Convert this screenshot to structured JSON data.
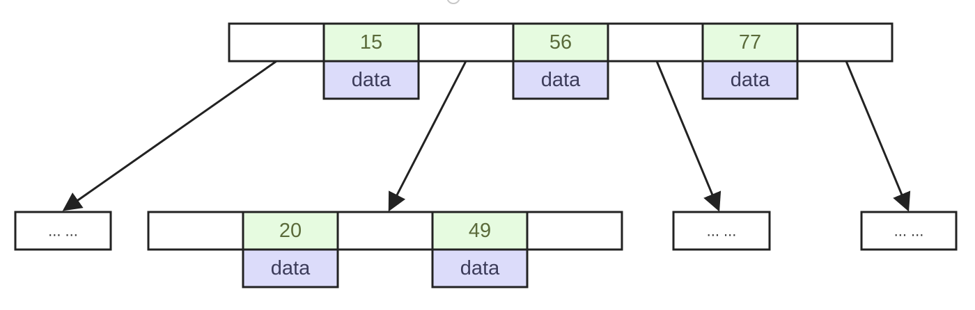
{
  "root": {
    "keys": [
      "15",
      "56",
      "77"
    ],
    "data": [
      "data",
      "data",
      "data"
    ]
  },
  "children": [
    {
      "type": "ellipsis",
      "text": "... ..."
    },
    {
      "type": "node",
      "keys": [
        "20",
        "49"
      ],
      "data": [
        "data",
        "data"
      ]
    },
    {
      "type": "ellipsis",
      "text": "... ..."
    },
    {
      "type": "ellipsis",
      "text": "... ..."
    }
  ],
  "colors": {
    "key_fill": "#e6fbe0",
    "data_fill": "#dcdcfa",
    "pointer_fill": "#ffffff",
    "border": "#222222"
  }
}
